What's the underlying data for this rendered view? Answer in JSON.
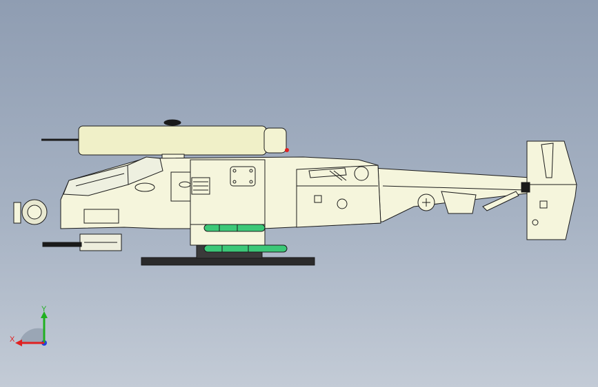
{
  "viewport": {
    "background_top": "#8f9db2",
    "background_bottom": "#c3cbd6"
  },
  "model": {
    "view": "side",
    "body_color": "#f5f5dc",
    "rotor_color": "#f0f0c8",
    "outline_color": "#1a1a1a",
    "missile_color": "#3cc878",
    "stand_color": "#2b2b2b",
    "accent_color": "#e02020"
  },
  "triad": {
    "x_label": "X",
    "y_label": "Y",
    "x_color": "#e02020",
    "y_color": "#20b020",
    "z_color": "#2040e0"
  }
}
